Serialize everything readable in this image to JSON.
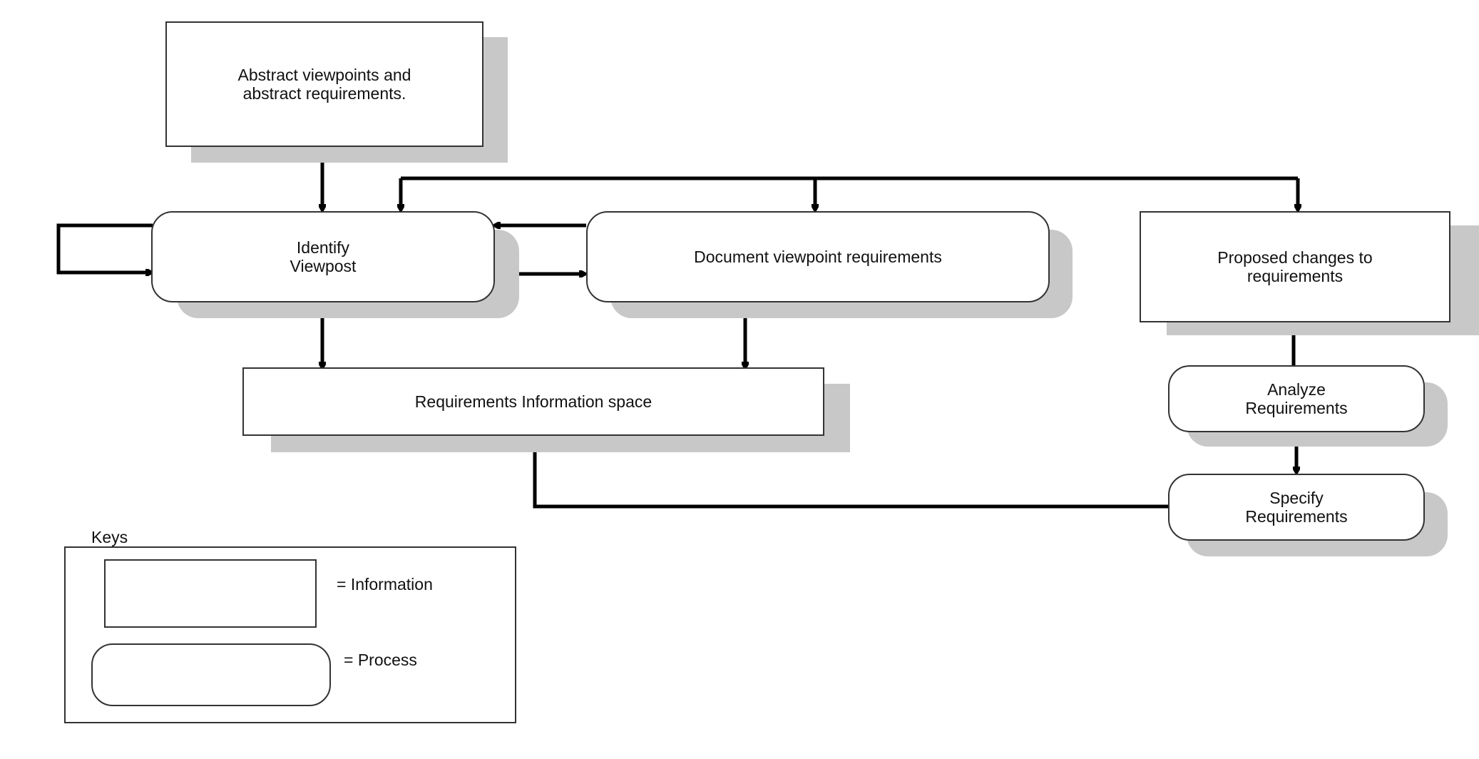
{
  "nodes": {
    "abstract": "Abstract viewpoints and\nabstract requirements.",
    "identify": "Identify\nViewpost",
    "document": "Document viewpoint requirements",
    "proposed": "Proposed changes to\nrequirements",
    "info_space": "Requirements Information space",
    "analyze": "Analyze\nRequirements",
    "specify": "Specify\nRequirements"
  },
  "keys": {
    "title": "Keys",
    "information_label": "=  Information",
    "process_label": "= Process"
  },
  "colors": {
    "line": "#000000",
    "border": "#333333",
    "shadow": "#c8c8c8",
    "background": "#ffffff"
  }
}
